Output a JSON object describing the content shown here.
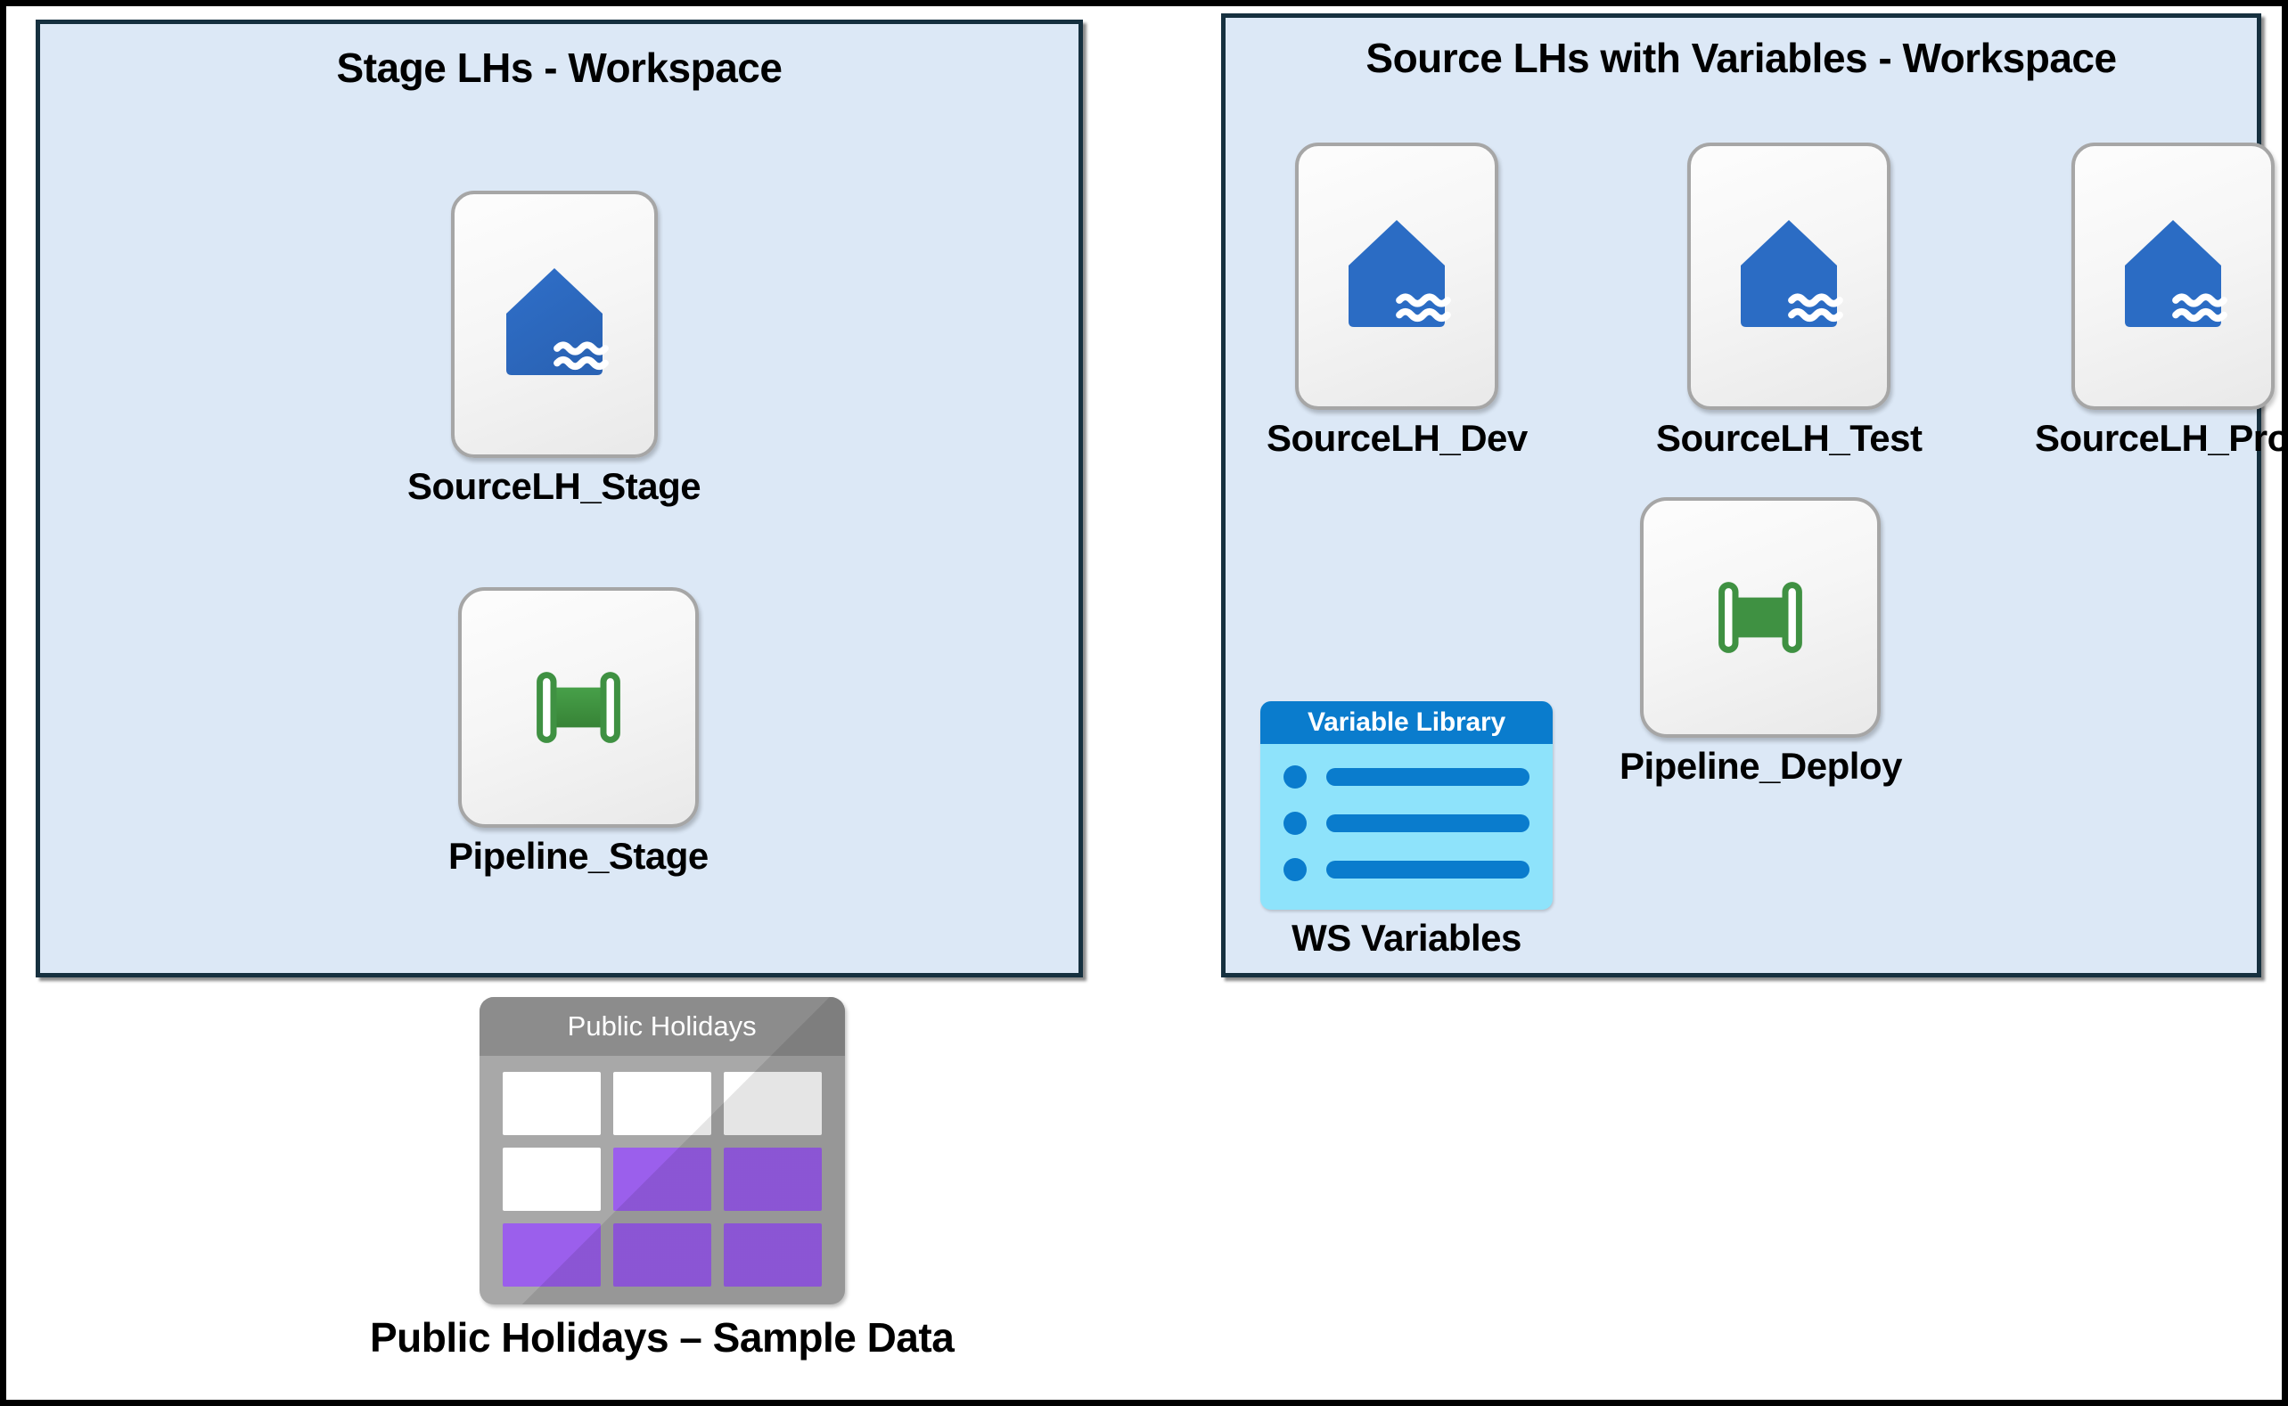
{
  "diagram": {
    "background_color": "#ffffff",
    "frame_color": "#000000",
    "panel_fill": "#dce8f6",
    "panel_border": "#16303f",
    "lakehouse_blue": "#2b6cc4",
    "pipeline_green": "#3f9142",
    "variable_header_blue": "#0a7ccd",
    "variable_body_blue": "#8ee3fb",
    "table_purple": "#9b5fec",
    "table_grey": "#a8a8a8"
  },
  "panels": {
    "stage": {
      "title": "Stage LHs - Workspace",
      "nodes": [
        {
          "label": "SourceLH_Stage",
          "icon": "lakehouse-icon"
        },
        {
          "label": "Pipeline_Stage",
          "icon": "pipeline-icon"
        }
      ]
    },
    "source": {
      "title": "Source LHs with Variables - Workspace",
      "nodes": [
        {
          "label": "SourceLH_Dev",
          "icon": "lakehouse-icon"
        },
        {
          "label": "SourceLH_Test",
          "icon": "lakehouse-icon"
        },
        {
          "label": "SourceLH_Prod",
          "icon": "lakehouse-icon"
        },
        {
          "label": "Pipeline_Deploy",
          "icon": "pipeline-icon"
        },
        {
          "label": "WS Variables",
          "icon": "variable-library-icon"
        }
      ]
    }
  },
  "variable_library": {
    "header": "Variable Library",
    "caption": "WS Variables",
    "row_count": 3
  },
  "sample_table": {
    "header": "Public Holidays",
    "caption": "Public Holidays – Sample Data",
    "cells": [
      [
        "white",
        "white",
        "white"
      ],
      [
        "white",
        "purple",
        "purple"
      ],
      [
        "purple",
        "purple",
        "purple"
      ]
    ]
  }
}
